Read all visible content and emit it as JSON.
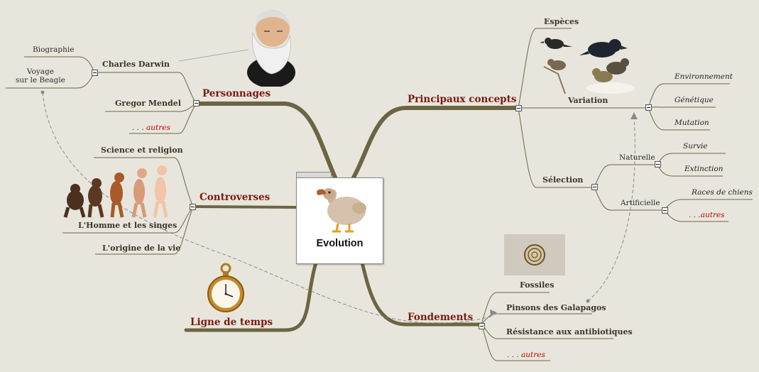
{
  "center": {
    "title": "Evolution"
  },
  "personnages": {
    "label": "Personnages",
    "darwin": "Charles Darwin",
    "biographie": "Biographie",
    "voyage_line1": "Voyage",
    "voyage_line2": "sur le Beagle",
    "mendel": "Gregor Mendel",
    "autres_dots": ". . . ",
    "autres": "autres"
  },
  "controverses": {
    "label": "Controverses",
    "science": "Science et religion",
    "homme": "L'Homme et les singes",
    "origine": "L'origine de la vie"
  },
  "timeline": {
    "label": "Ligne de temps"
  },
  "concepts": {
    "label": "Principaux concepts",
    "especes": "Espèces",
    "variation": "Variation",
    "environnement": "Environnement",
    "genetique": "Génétique",
    "mutation": "Mutation",
    "selection": "Sélection",
    "naturelle": "Naturelle",
    "survie": "Survie",
    "extinction": "Extinction",
    "artificielle": "Artificielle",
    "races": "Races de chiens",
    "autres_dots": ". . .",
    "autres": "autres"
  },
  "fondements": {
    "label": "Fondements",
    "fossiles": "Fossiles",
    "pinsons": "Pinsons des Galapagos",
    "resistance": "Résistance aux antibiotiques",
    "autres_dots": ". . . ",
    "autres": "autres"
  },
  "colors": {
    "branch": "#6b6544",
    "main_text": "#7a1a12",
    "more_text": "#c00000"
  }
}
